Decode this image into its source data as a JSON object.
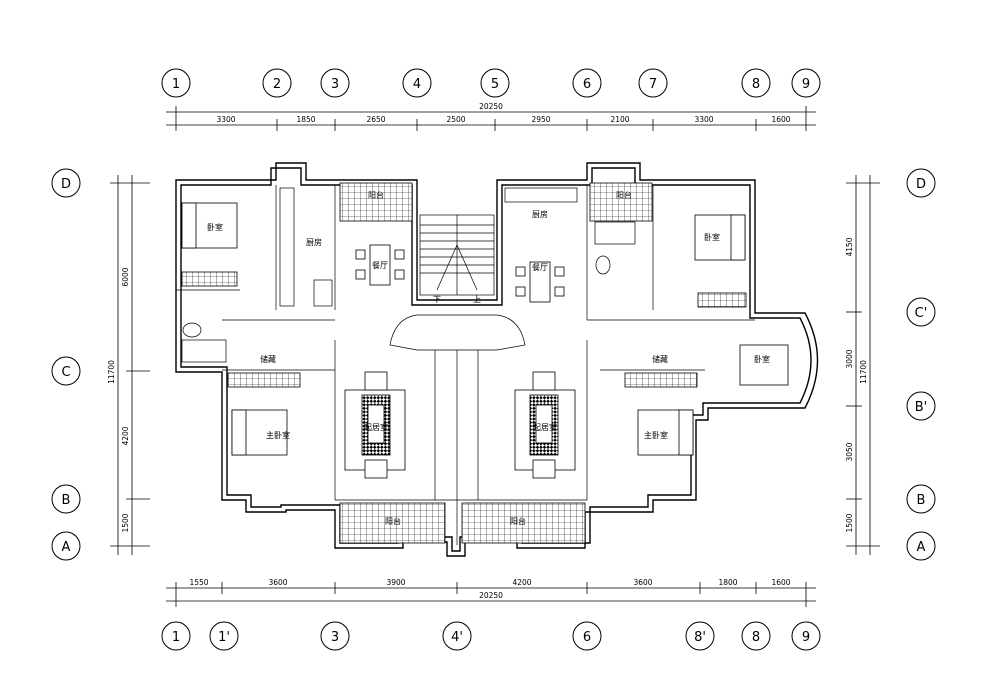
{
  "axes_top": [
    "1",
    "2",
    "3",
    "4",
    "5",
    "6",
    "7",
    "8",
    "9"
  ],
  "axes_bottom": [
    "1",
    "1'",
    "3",
    "4'",
    "6",
    "8'",
    "8",
    "9"
  ],
  "axes_left": [
    "D",
    "C",
    "B",
    "A"
  ],
  "axes_right": [
    "D",
    "C'",
    "B'",
    "B",
    "A"
  ],
  "dims_top": [
    "3300",
    "1850",
    "2650",
    "2500",
    "2950",
    "2100",
    "3300",
    "1600"
  ],
  "dims_top_total": "20250",
  "dims_bottom": [
    "1550",
    "3600",
    "3900",
    "4200",
    "3600",
    "1800",
    "1600"
  ],
  "dims_bottom_total": "20250",
  "dims_left": [
    "6000",
    "4200",
    "1500"
  ],
  "dims_left_total": "11700",
  "dims_right": [
    "4150",
    "3000",
    "3050",
    "1500"
  ],
  "dims_right_total": "11700",
  "rooms": {
    "bedroom_left": "卧室",
    "kitchen_left": "厨房",
    "balcony_top_left": "阳台",
    "dining_left": "餐厅",
    "storage_left": "储藏",
    "master_left": "主卧室",
    "living_left": "起居室",
    "balcony_bottom_left": "阳台",
    "kitchen_right": "厨房",
    "balcony_top_right": "阳台",
    "dining_right": "餐厅",
    "bedroom_right": "卧室",
    "storage_right": "储藏",
    "bedroom_bay": "卧室",
    "master_right": "主卧室",
    "living_right": "起居室",
    "balcony_bottom_right": "阳台",
    "stair_down": "下",
    "stair_up": "上"
  }
}
